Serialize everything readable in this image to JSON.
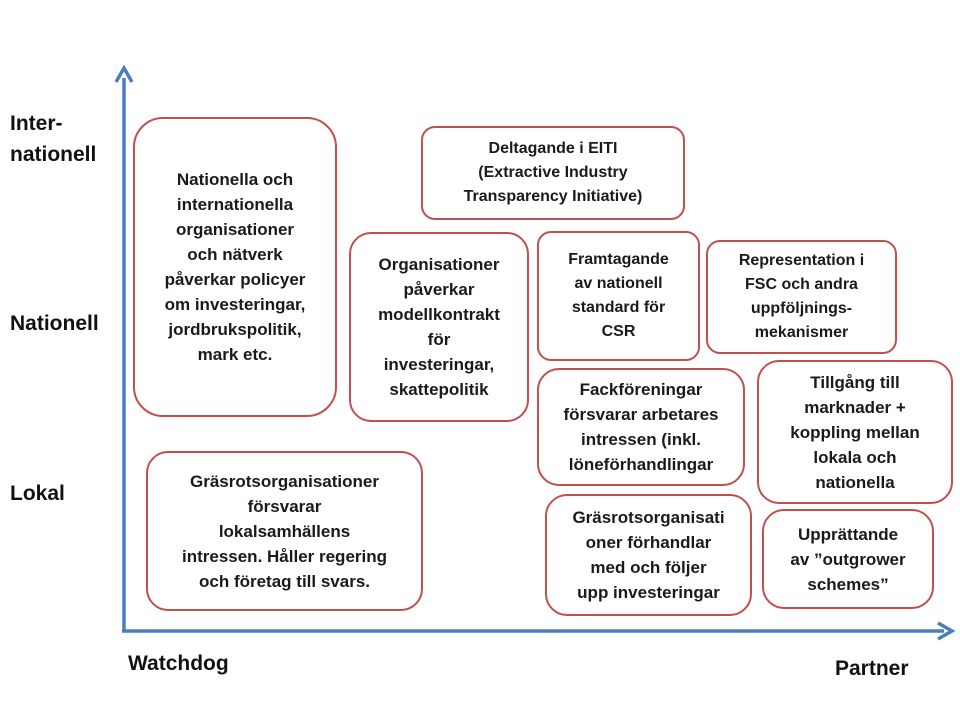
{
  "y_axis_labels": {
    "international": "Inter-\nnationell",
    "national": "Nationell",
    "local": "Lokal"
  },
  "x_axis_labels": {
    "left": "Watchdog",
    "right": "Partner"
  },
  "colors": {
    "axis": "#4a7ebb",
    "box_border": "#c0504d"
  },
  "boxes": {
    "nationella_org": "Nationella och\ninternationella\norganisationer\noch nätverk\npåverkar policyer\nom investeringar,\njordbrukspolitik,\nmark etc.",
    "eiti": "Deltagande i EITI\n(Extractive Industry\nTransparency Initiative)",
    "modellkontrakt": "Organisationer\npåverkar\nmodellkontrakt\nför\ninvesteringar,\nskattepolitik",
    "csr_standard": "Framtagande\nav nationell\nstandard för\nCSR",
    "fsc": "Representation i\nFSC och andra\nuppföljnings-\nmekanismer",
    "fackforeningar": "Fackföreningar\nförsvarar arbetares\nintressen (inkl.\nlöneförhandlingar",
    "marknader": "Tillgång till\nmarknader +\nkoppling mellan\nlokala och\nnationella",
    "grasrot_forsvarar": "Gräsrotsorganisationer\nförsvarar\nlokalsamhällens\nintressen. Håller regering\noch företag till svars.",
    "grasrot_forhandlar": "Gräsrotsorganisati\noner förhandlar\nmed och följer\nupp investeringar",
    "outgrower": "Upprättande\nav ”outgrower\nschemes”"
  }
}
